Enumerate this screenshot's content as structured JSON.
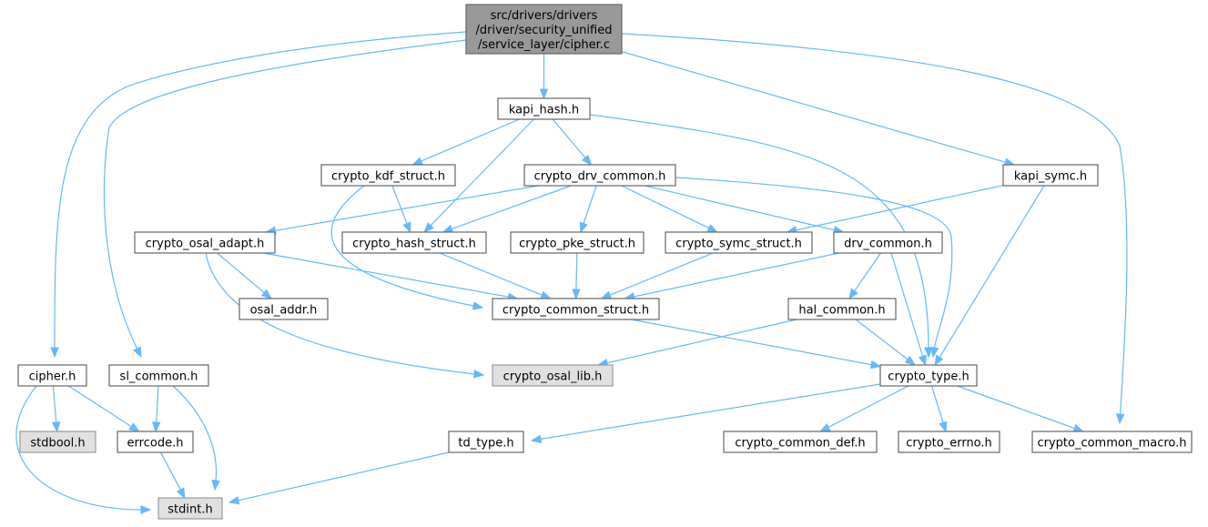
{
  "graph": {
    "title": "Include dependency graph for src/drivers/drivers/driver/security_unified/service_layer/cipher.c",
    "colors": {
      "edge": "#63b8ff",
      "root_fill": "#999999",
      "missing_fill": "#e0e0e0",
      "normal_fill": "#ffffff"
    },
    "nodes": [
      {
        "id": "root",
        "kind": "root",
        "lines": [
          "src/drivers/drivers",
          "/driver/security_unified",
          "/service_layer/cipher.c"
        ]
      },
      {
        "id": "kapi_hash",
        "kind": "normal",
        "lines": [
          "kapi_hash.h"
        ]
      },
      {
        "id": "crypto_kdf_struct",
        "kind": "normal",
        "lines": [
          "crypto_kdf_struct.h"
        ]
      },
      {
        "id": "crypto_drv_common",
        "kind": "normal",
        "lines": [
          "crypto_drv_common.h"
        ]
      },
      {
        "id": "kapi_symc",
        "kind": "normal",
        "lines": [
          "kapi_symc.h"
        ]
      },
      {
        "id": "crypto_osal_adapt",
        "kind": "normal",
        "lines": [
          "crypto_osal_adapt.h"
        ]
      },
      {
        "id": "crypto_hash_struct",
        "kind": "normal",
        "lines": [
          "crypto_hash_struct.h"
        ]
      },
      {
        "id": "crypto_pke_struct",
        "kind": "normal",
        "lines": [
          "crypto_pke_struct.h"
        ]
      },
      {
        "id": "crypto_symc_struct",
        "kind": "normal",
        "lines": [
          "crypto_symc_struct.h"
        ]
      },
      {
        "id": "drv_common",
        "kind": "normal",
        "lines": [
          "drv_common.h"
        ]
      },
      {
        "id": "osal_addr",
        "kind": "normal",
        "lines": [
          "osal_addr.h"
        ]
      },
      {
        "id": "crypto_common_struct",
        "kind": "normal",
        "lines": [
          "crypto_common_struct.h"
        ]
      },
      {
        "id": "hal_common",
        "kind": "normal",
        "lines": [
          "hal_common.h"
        ]
      },
      {
        "id": "cipher_h",
        "kind": "normal",
        "lines": [
          "cipher.h"
        ]
      },
      {
        "id": "sl_common",
        "kind": "normal",
        "lines": [
          "sl_common.h"
        ]
      },
      {
        "id": "crypto_osal_lib",
        "kind": "missing",
        "lines": [
          "crypto_osal_lib.h"
        ]
      },
      {
        "id": "crypto_type",
        "kind": "normal",
        "lines": [
          "crypto_type.h"
        ]
      },
      {
        "id": "stdbool",
        "kind": "missing",
        "lines": [
          "stdbool.h"
        ]
      },
      {
        "id": "errcode",
        "kind": "normal",
        "lines": [
          "errcode.h"
        ]
      },
      {
        "id": "td_type",
        "kind": "normal",
        "lines": [
          "td_type.h"
        ]
      },
      {
        "id": "crypto_common_def",
        "kind": "normal",
        "lines": [
          "crypto_common_def.h"
        ]
      },
      {
        "id": "crypto_errno",
        "kind": "normal",
        "lines": [
          "crypto_errno.h"
        ]
      },
      {
        "id": "crypto_common_macro",
        "kind": "normal",
        "lines": [
          "crypto_common_macro.h"
        ]
      },
      {
        "id": "stdint",
        "kind": "missing",
        "lines": [
          "stdint.h"
        ]
      }
    ],
    "edges": [
      [
        "root",
        "kapi_hash"
      ],
      [
        "root",
        "kapi_symc"
      ],
      [
        "root",
        "cipher_h"
      ],
      [
        "root",
        "sl_common"
      ],
      [
        "root",
        "crypto_common_macro"
      ],
      [
        "kapi_hash",
        "crypto_kdf_struct"
      ],
      [
        "kapi_hash",
        "crypto_drv_common"
      ],
      [
        "kapi_hash",
        "crypto_hash_struct"
      ],
      [
        "kapi_hash",
        "crypto_type"
      ],
      [
        "crypto_kdf_struct",
        "crypto_hash_struct"
      ],
      [
        "crypto_kdf_struct",
        "crypto_common_struct"
      ],
      [
        "crypto_drv_common",
        "crypto_osal_adapt"
      ],
      [
        "crypto_drv_common",
        "crypto_hash_struct"
      ],
      [
        "crypto_drv_common",
        "crypto_pke_struct"
      ],
      [
        "crypto_drv_common",
        "crypto_symc_struct"
      ],
      [
        "crypto_drv_common",
        "drv_common"
      ],
      [
        "crypto_drv_common",
        "crypto_type"
      ],
      [
        "kapi_symc",
        "crypto_symc_struct"
      ],
      [
        "kapi_symc",
        "crypto_type"
      ],
      [
        "crypto_osal_adapt",
        "osal_addr"
      ],
      [
        "crypto_osal_adapt",
        "crypto_common_struct"
      ],
      [
        "crypto_osal_adapt",
        "crypto_osal_lib"
      ],
      [
        "crypto_hash_struct",
        "crypto_common_struct"
      ],
      [
        "crypto_pke_struct",
        "crypto_common_struct"
      ],
      [
        "crypto_symc_struct",
        "crypto_common_struct"
      ],
      [
        "drv_common",
        "crypto_common_struct"
      ],
      [
        "drv_common",
        "hal_common"
      ],
      [
        "drv_common",
        "crypto_type"
      ],
      [
        "crypto_common_struct",
        "crypto_type"
      ],
      [
        "hal_common",
        "crypto_osal_lib"
      ],
      [
        "hal_common",
        "crypto_type"
      ],
      [
        "cipher_h",
        "stdbool"
      ],
      [
        "cipher_h",
        "errcode"
      ],
      [
        "cipher_h",
        "stdint"
      ],
      [
        "sl_common",
        "errcode"
      ],
      [
        "sl_common",
        "stdint"
      ],
      [
        "errcode",
        "stdint"
      ],
      [
        "crypto_type",
        "td_type"
      ],
      [
        "crypto_type",
        "crypto_common_def"
      ],
      [
        "crypto_type",
        "crypto_errno"
      ],
      [
        "crypto_type",
        "crypto_common_macro"
      ],
      [
        "td_type",
        "stdint"
      ]
    ]
  }
}
